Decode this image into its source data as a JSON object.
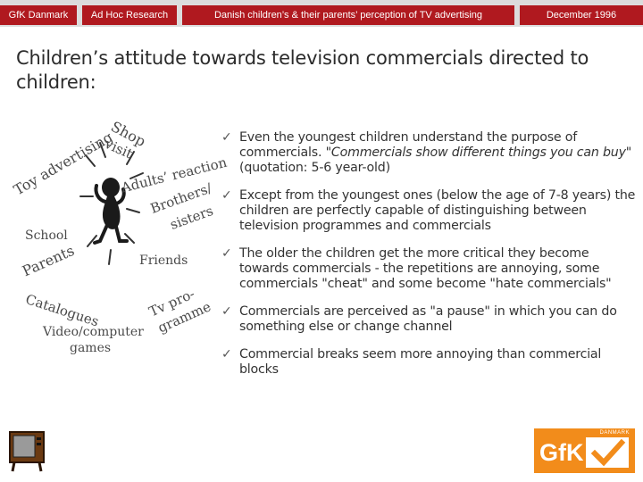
{
  "header": {
    "tabs": [
      {
        "label": "GfK Danmark"
      },
      {
        "label": "Ad Hoc Research"
      },
      {
        "label": "Danish children’s & their parents’ perception of TV advertising"
      },
      {
        "label": "December 1996"
      }
    ]
  },
  "title": "Children’s attitude towards television commercials directed to children:",
  "collage": {
    "words": [
      "Shop",
      "visit",
      "Toy advertising",
      "Adults’ reaction",
      "Brothers/",
      "sisters",
      "School",
      "Friends",
      "Parents",
      "Catalogues",
      "Tv pro-",
      "gramme",
      "Video/computer",
      "games"
    ]
  },
  "bullets": [
    {
      "pre": "Even the youngest children understand the purpose of commercials. ",
      "quote": "\"Commercials show different things you can buy\"",
      "post": " (quotation: 5-6 year-old)"
    },
    {
      "text": "Except from the youngest ones (below the age of 7-8 years) the children are perfectly capable of distinguishing between television programmes and commercials"
    },
    {
      "text": "The older the children get the more critical they become towards commercials - the repetitions are annoying, some commercials \"cheat\" and some become \"hate commercials\""
    },
    {
      "text": "Commercials are perceived as \"a pause\" in which you can do something else or change channel"
    },
    {
      "text": "Commercial breaks seem more annoying than commercial blocks"
    }
  ],
  "logo": {
    "small": "DANMARK",
    "brand": "GfK"
  },
  "icons": {
    "check": "check-mark-icon",
    "tv": "tv-icon",
    "child": "child-figure-icon"
  },
  "colors": {
    "tab_red": "#b0191f",
    "bar_grey": "#dcdcdc",
    "logo_orange": "#f28c1b"
  }
}
